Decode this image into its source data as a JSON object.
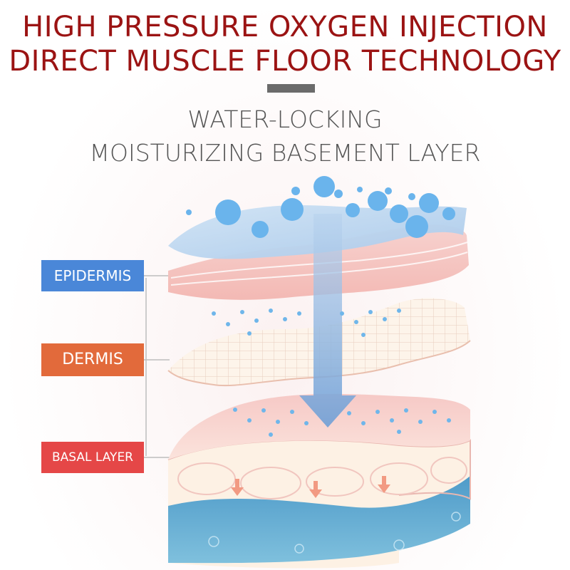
{
  "headline": {
    "line1": "HIGH PRESSURE OXYGEN INJECTION",
    "line2": "DIRECT MUSCLE FLOOR TECHNOLOGY"
  },
  "subtitle": {
    "line1": "WATER-LOCKING",
    "line2": "MOISTURIZING BASEMENT LAYER"
  },
  "labels": {
    "epidermis": "EPIDERMIS",
    "dermis": "DERMIS",
    "basal": "BASAL LAYER"
  },
  "colors": {
    "headline": "#9b1313",
    "epidermis": "#4a87d8",
    "dermis": "#e26a3b",
    "basal": "#e54747"
  }
}
